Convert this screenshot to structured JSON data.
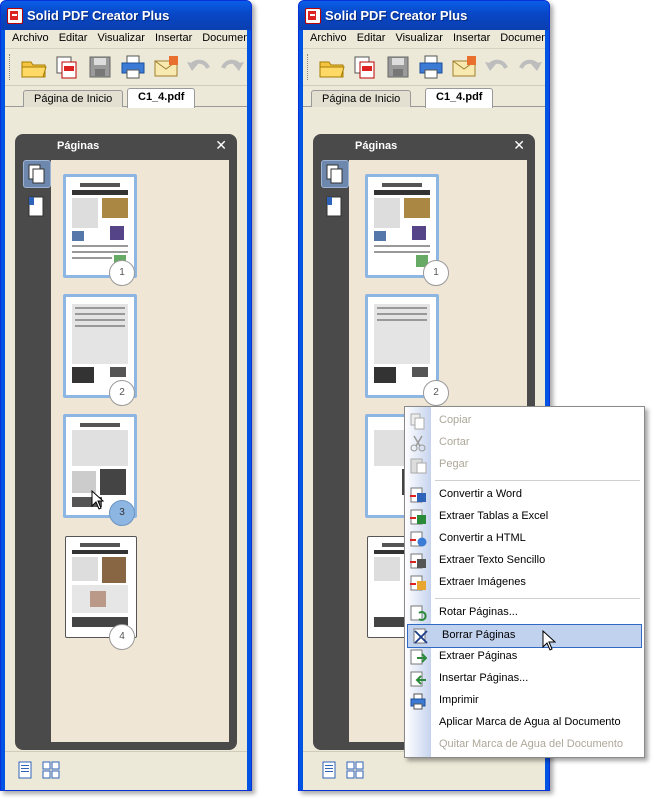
{
  "app": {
    "title": "Solid PDF Creator Plus"
  },
  "menus": [
    "Archivo",
    "Editar",
    "Visualizar",
    "Insertar",
    "Document"
  ],
  "toolbar_icons": [
    "open-folder-icon",
    "convert-pdf-icon",
    "save-disk-icon",
    "print-icon",
    "email-icon",
    "undo-icon",
    "redo-icon"
  ],
  "tabs": [
    {
      "label": "Página de Inicio"
    },
    {
      "label": "C1_4.pdf"
    }
  ],
  "panel": {
    "title": "Páginas",
    "close": "✕"
  },
  "pages": [
    "1",
    "2",
    "3",
    "4"
  ],
  "left_view": {
    "selected_page": "3"
  },
  "context_menu": {
    "items": [
      {
        "label": "Copiar",
        "icon": "copy-icon",
        "disabled": true
      },
      {
        "label": "Cortar",
        "icon": "cut-icon",
        "disabled": true
      },
      {
        "label": "Pegar",
        "icon": "paste-icon",
        "disabled": true
      },
      {
        "label": "Convertir a Word",
        "icon": "word-icon",
        "disabled": false
      },
      {
        "label": "Extraer Tablas a Excel",
        "icon": "excel-icon",
        "disabled": false
      },
      {
        "label": "Convertir a HTML",
        "icon": "html-icon",
        "disabled": false
      },
      {
        "label": "Extraer Texto Sencillo",
        "icon": "text-icon",
        "disabled": false
      },
      {
        "label": "Extraer Imágenes",
        "icon": "images-icon",
        "disabled": false
      },
      {
        "label": "Rotar Páginas...",
        "icon": "rotate-icon",
        "disabled": false
      },
      {
        "label": "Borrar Páginas",
        "icon": "delete-pages-icon",
        "disabled": false,
        "highlighted": true
      },
      {
        "label": "Extraer Páginas",
        "icon": "extract-pages-icon",
        "disabled": false
      },
      {
        "label": "Insertar Páginas...",
        "icon": "insert-pages-icon",
        "disabled": false
      },
      {
        "label": "Imprimir",
        "icon": "print-icon",
        "disabled": false
      },
      {
        "label": "Aplicar Marca de Agua al Documento",
        "icon": "",
        "disabled": false
      },
      {
        "label": "Quitar Marca de Agua del Documento",
        "icon": "",
        "disabled": true
      }
    ]
  },
  "colors": {
    "xp_blue": "#0054e3",
    "panel_dark": "#4a4a4a",
    "thumb_border": "#8db6e3",
    "highlight": "#c1d2ee"
  }
}
